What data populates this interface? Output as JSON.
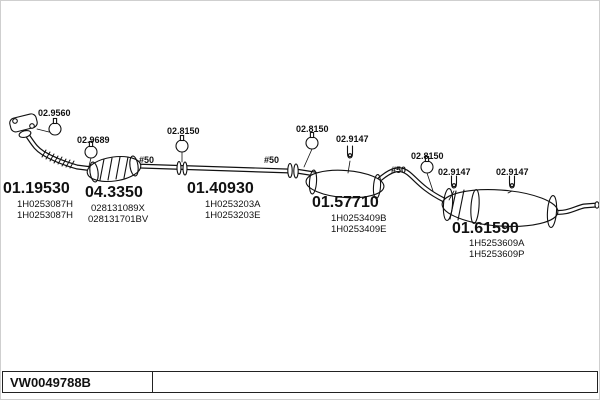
{
  "diagram": {
    "line_color": "#111111",
    "clamp_labels": [
      {
        "id": "02.9560"
      },
      {
        "id": "02.9689"
      },
      {
        "id": "02.8150"
      },
      {
        "id": "02.8150"
      },
      {
        "id": "02.9147"
      },
      {
        "id": "02.8150"
      },
      {
        "id": "02.9147"
      },
      {
        "id": "02.9147"
      }
    ],
    "assemblies": [
      {
        "part": "01.19530",
        "refs": [
          "1H0253087H",
          "1H0253087H"
        ]
      },
      {
        "part": "04.3350",
        "refs": [
          "028131089X",
          "028131701BV"
        ]
      },
      {
        "part": "01.40930",
        "refs": [
          "1H0253203A",
          "1H0253203E"
        ]
      },
      {
        "part": "01.57710",
        "refs": [
          "1H0253409B",
          "1H0253409E"
        ]
      },
      {
        "part": "01.61590",
        "refs": [
          "1H5253609A",
          "1H5253609P"
        ]
      }
    ],
    "diameter_markers": [
      "#50",
      "#50",
      "#50"
    ]
  },
  "title_block": {
    "code": "VW0049788B"
  }
}
